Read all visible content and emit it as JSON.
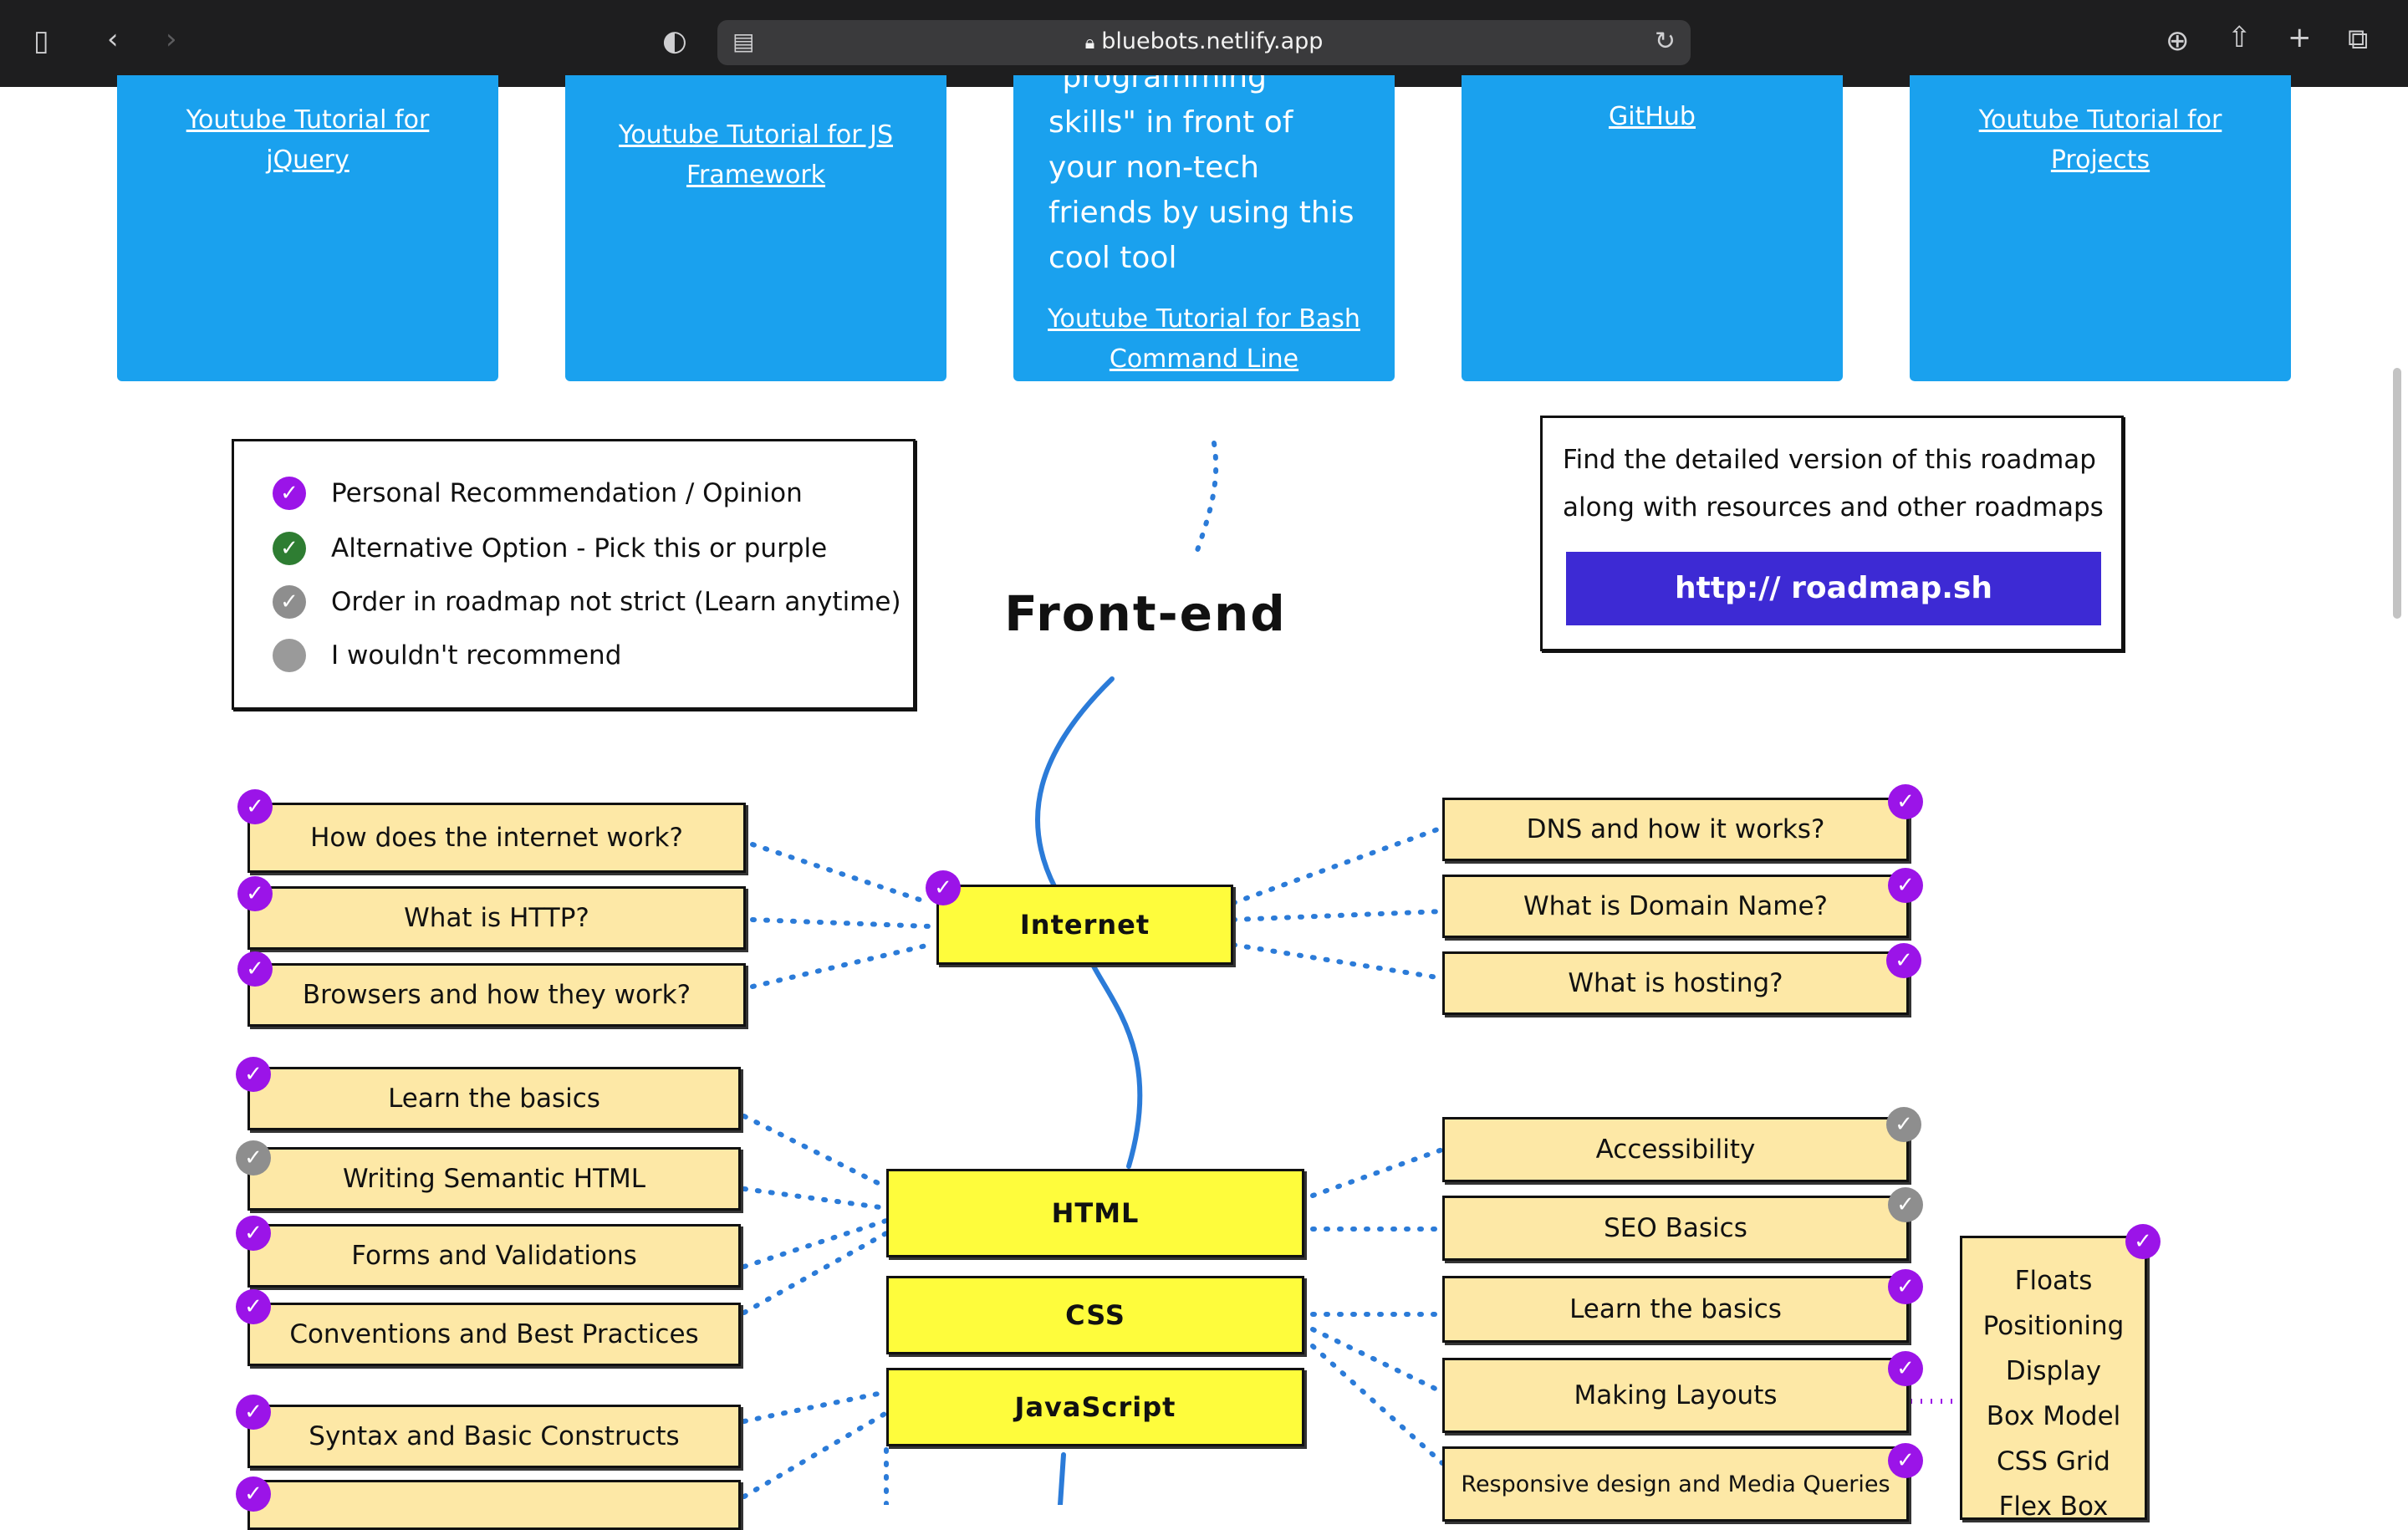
{
  "browser": {
    "url": "bluebots.netlify.app",
    "icons": [
      "sidebar-icon",
      "back-icon",
      "forward-icon",
      "shield-icon",
      "reader-icon",
      "lock-icon",
      "reload-icon",
      "download-icon",
      "share-icon",
      "new-tab-icon",
      "tabs-icon"
    ]
  },
  "cards": [
    {
      "link": "Youtube Tutorial for jQuery"
    },
    {
      "link": "Youtube Tutorial for JS Framework"
    },
    {
      "text": "\"programming skills\" in front of your non-tech friends by using this cool tool",
      "link": "Youtube Tutorial for Bash Command Line"
    },
    {
      "link": "GitHub"
    },
    {
      "link": "Youtube Tutorial for Projects"
    }
  ],
  "legend": {
    "items": [
      {
        "label": "Personal Recommendation / Opinion",
        "color": "#9b14e8"
      },
      {
        "label": "Alternative Option - Pick this or purple",
        "color": "#2e7d32"
      },
      {
        "label": "Order in roadmap not strict (Learn anytime)",
        "color": "#8e8e8e"
      },
      {
        "label": "I wouldn't recommend",
        "color": "#9a9a9a"
      }
    ]
  },
  "roadmap": {
    "title": "Front-end",
    "info_text": "Find the detailed version of this roadmap along with resources and other roadmaps",
    "info_link": "http:// roadmap.sh",
    "main_nodes": [
      "Internet",
      "HTML",
      "CSS",
      "JavaScript"
    ],
    "internet_left": [
      "How does the internet work?",
      "What is HTTP?",
      "Browsers and how they work?"
    ],
    "internet_right": [
      "DNS and how it works?",
      "What is Domain Name?",
      "What is hosting?"
    ],
    "html_left": [
      "Learn the basics",
      "Writing Semantic HTML",
      "Forms and Validations",
      "Conventions and Best Practices"
    ],
    "js_left": [
      "Syntax and Basic Constructs"
    ],
    "css_right": [
      "Accessibility",
      "SEO Basics",
      "Learn the basics",
      "Making Layouts",
      "Responsive design and Media Queries"
    ],
    "layouts": [
      "Floats",
      "Positioning",
      "Display",
      "Box Model",
      "CSS Grid",
      "Flex Box"
    ]
  }
}
